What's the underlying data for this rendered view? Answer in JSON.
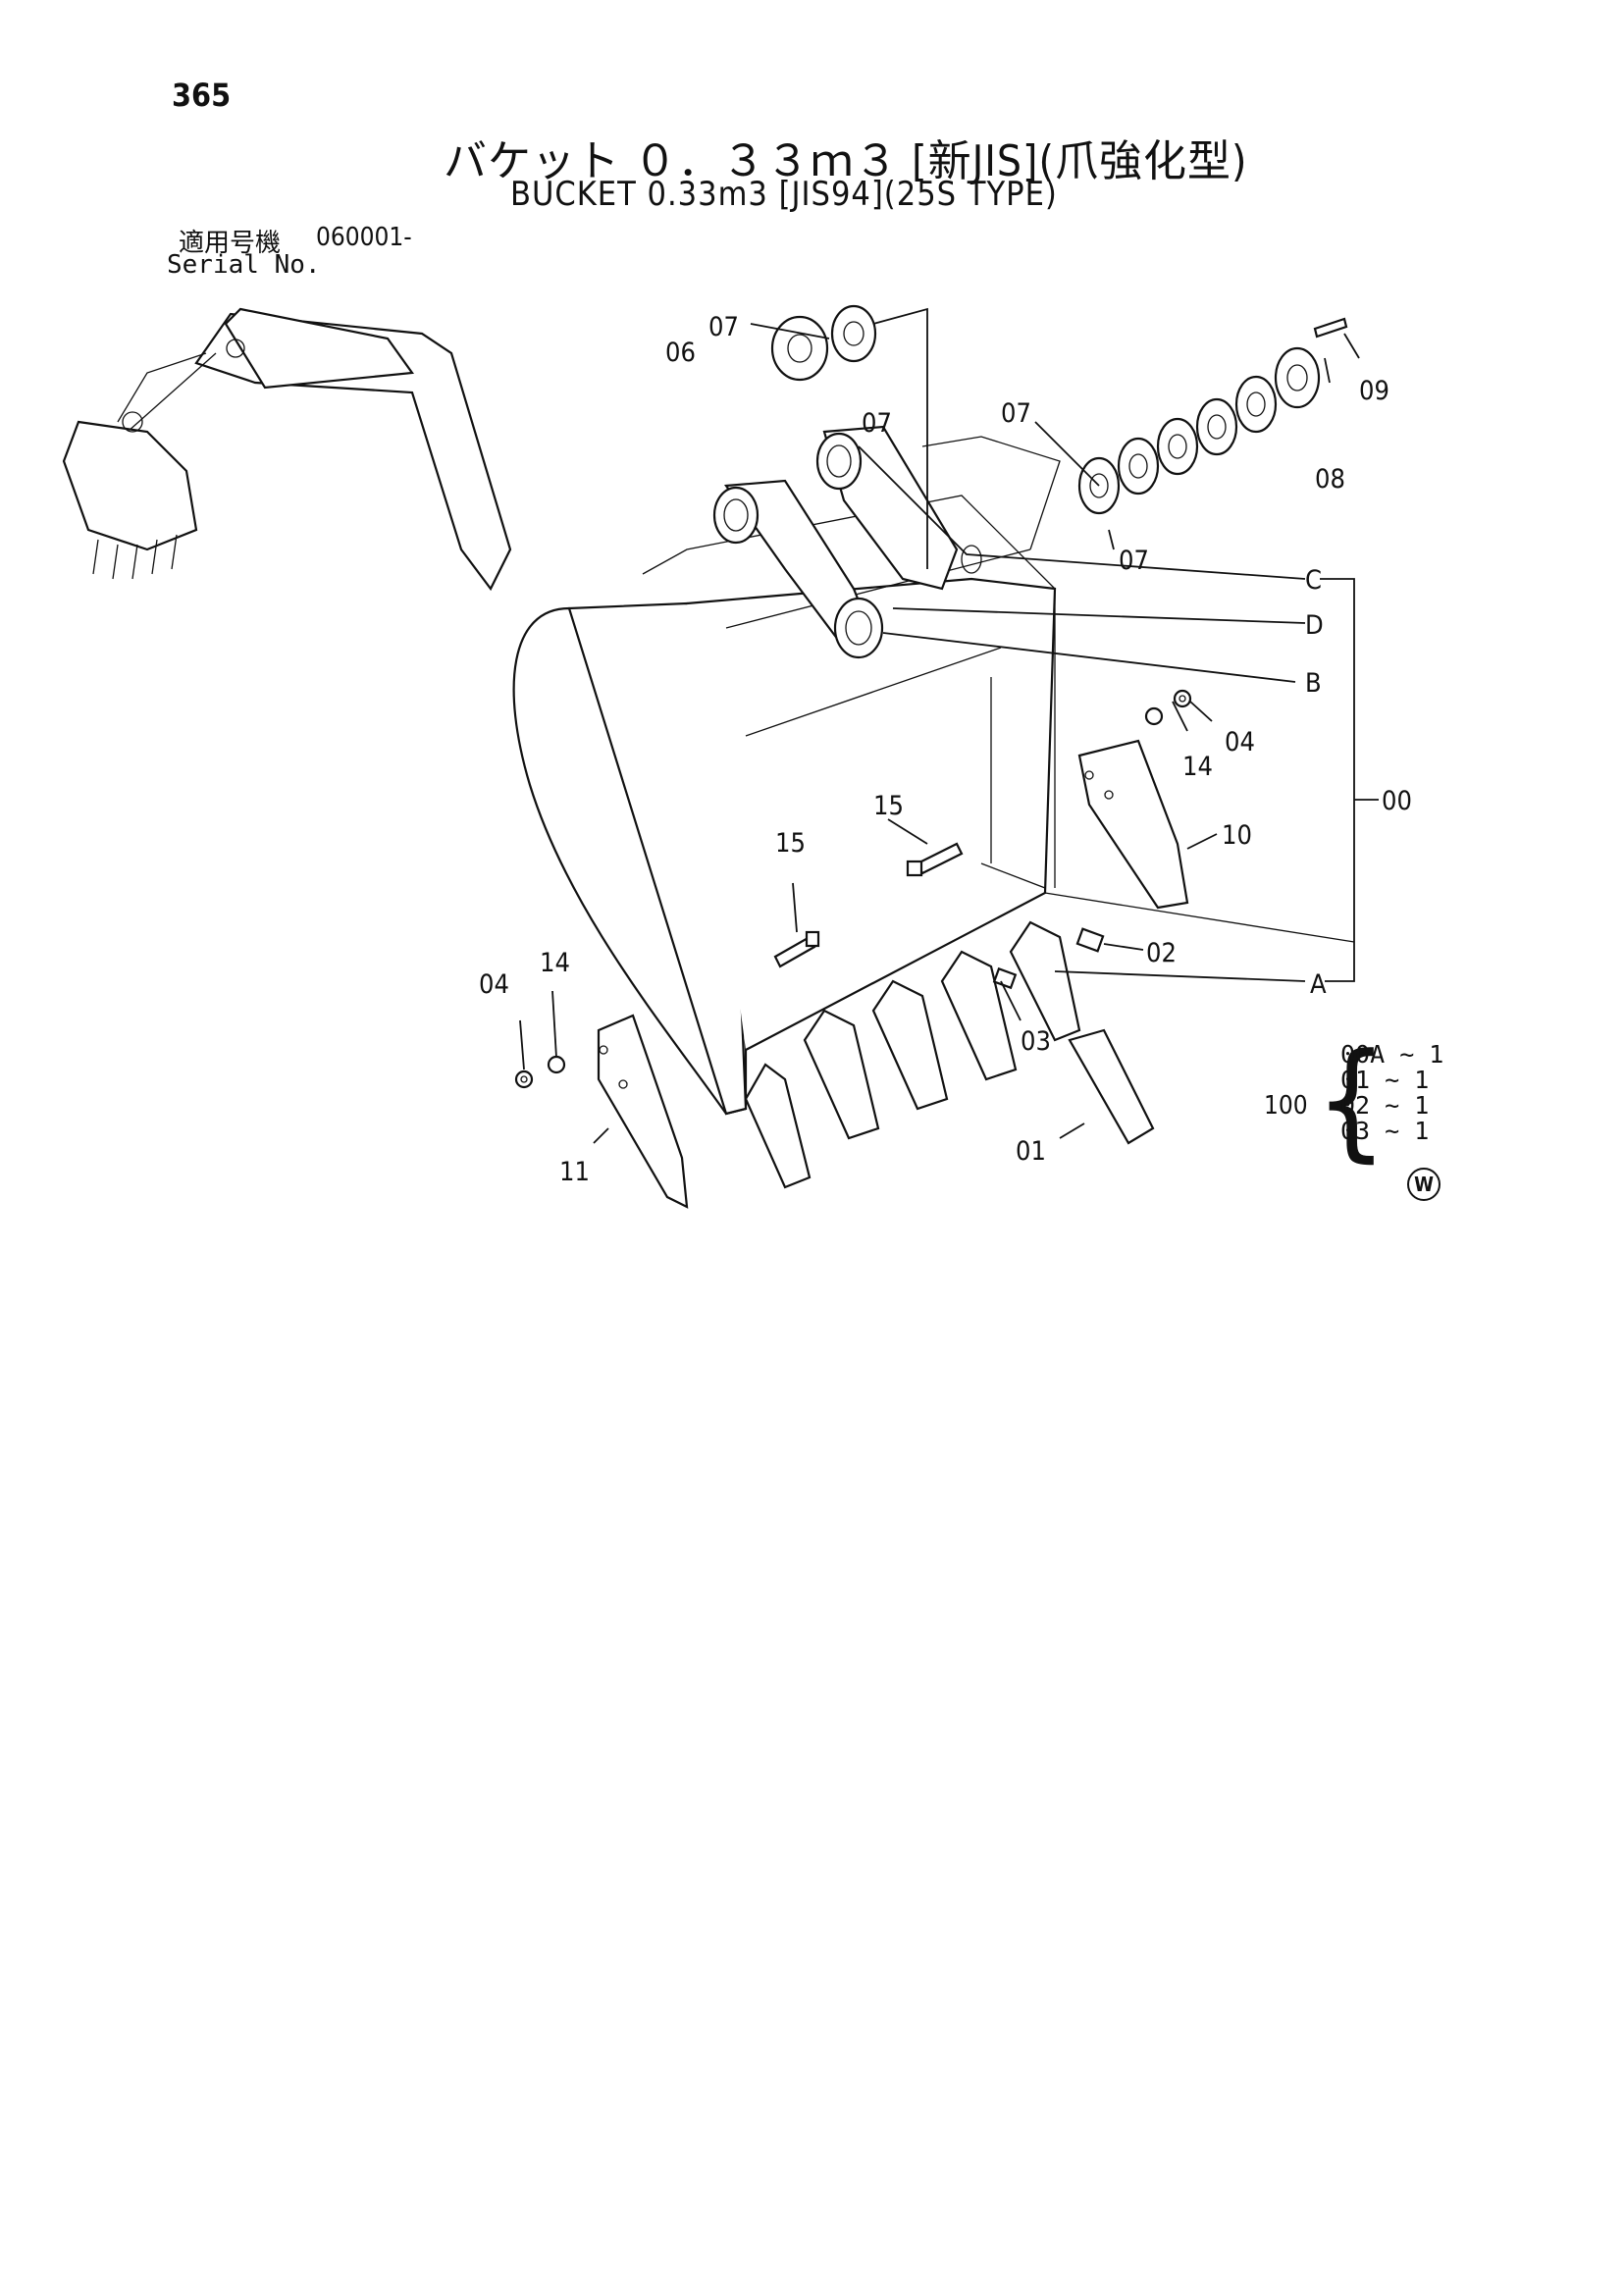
{
  "page_number": "365",
  "title_ja": "バケット ０．３３ｍ３ [新JIS](爪強化型)",
  "title_en": "BUCKET 0.33m3 [JIS94](25S TYPE)",
  "serial": {
    "label_ja": "適用号機",
    "value": "060001-",
    "label_en": "Serial No."
  },
  "callouts": {
    "c00": "00",
    "c01": "01",
    "c02": "02",
    "c03": "03",
    "c04a": "04",
    "c04b": "04",
    "c06": "06",
    "c07a": "07",
    "c07b": "07",
    "c07c": "07",
    "c07d": "07",
    "c08": "08",
    "c09": "09",
    "c10": "10",
    "c11": "11",
    "c14a": "14",
    "c14b": "14",
    "c15a": "15",
    "c15b": "15",
    "A": "A",
    "B": "B",
    "C": "C",
    "D": "D"
  },
  "kit": {
    "number": "100",
    "rows": [
      "00A ~ 1",
      "01  ~ 1",
      "02  ~ 1",
      "03  ~ 1"
    ]
  },
  "w_mark": "W"
}
